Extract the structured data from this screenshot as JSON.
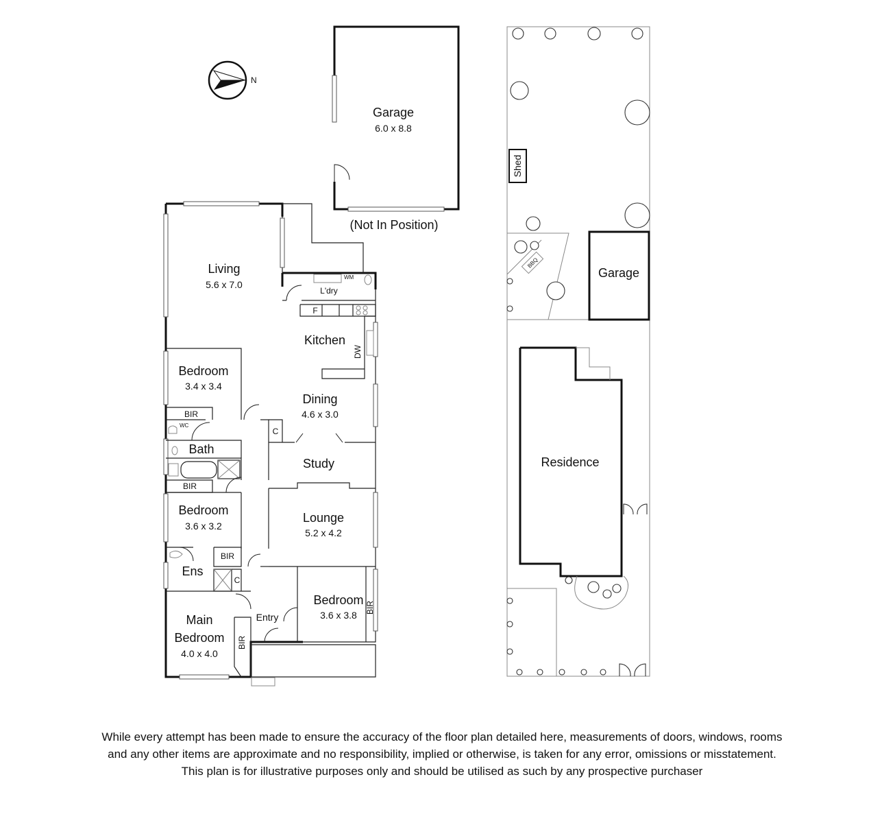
{
  "compass": {
    "label": "N"
  },
  "rooms": {
    "garage_detached": {
      "name": "Garage",
      "dims": "6.0 x 8.8",
      "note": "(Not In Position)"
    },
    "living": {
      "name": "Living",
      "dims": "5.6 x 7.0"
    },
    "laundry": {
      "name": "L'dry",
      "wm": "WM"
    },
    "fridge": {
      "name": "F"
    },
    "kitchen": {
      "name": "Kitchen"
    },
    "dishwasher": {
      "name": "DW"
    },
    "bedroom_1": {
      "name": "Bedroom",
      "dims": "3.4 x 3.4"
    },
    "dining": {
      "name": "Dining",
      "dims": "4.6 x 3.0"
    },
    "bir_1": {
      "name": "BIR"
    },
    "wc": {
      "name": "WC"
    },
    "cupboard_1": {
      "name": "C"
    },
    "bath": {
      "name": "Bath"
    },
    "study": {
      "name": "Study"
    },
    "bir_2": {
      "name": "BIR"
    },
    "bedroom_2": {
      "name": "Bedroom",
      "dims": "3.6 x 3.2"
    },
    "lounge": {
      "name": "Lounge",
      "dims": "5.2 x 4.2"
    },
    "bir_3": {
      "name": "BIR"
    },
    "ensuite": {
      "name": "Ens"
    },
    "cupboard_2": {
      "name": "C"
    },
    "bedroom_3": {
      "name": "Bedroom",
      "dims": "3.6 x 3.8"
    },
    "bir_4": {
      "name": "BIR"
    },
    "entry": {
      "name": "Entry"
    },
    "main_bedroom": {
      "line1": "Main",
      "line2": "Bedroom",
      "dims": "4.0 x 4.0"
    },
    "bir_5": {
      "name": "BIR"
    }
  },
  "site": {
    "shed": "Shed",
    "bbq": "BBQ",
    "garage": "Garage",
    "residence": "Residence"
  },
  "disclaimer": {
    "line1": "While every attempt has been made to ensure the accuracy of the floor plan detailed here, measurements of doors, windows, rooms",
    "line2": "and any other items are approximate and no responsibility, implied or otherwise, is taken for any error, omissions or misstatement.",
    "line3": "This plan is for illustrative purposes only and should be utilised as such by any prospective purchaser"
  }
}
